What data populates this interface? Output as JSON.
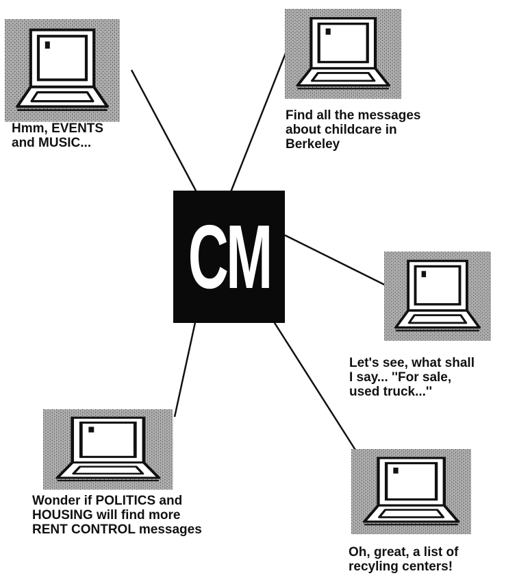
{
  "hub": {
    "label": "CM"
  },
  "terminals": [
    {
      "id": "events-music",
      "caption": "Hmm, EVENTS\nand MUSIC..."
    },
    {
      "id": "childcare",
      "caption": "Find all the messages\nabout childcare in\nBerkeley"
    },
    {
      "id": "for-sale",
      "caption": "Let's see, what shall\nI say... ''For sale,\nused truck...''"
    },
    {
      "id": "politics-housing",
      "caption": "Wonder if POLITICS and\nHOUSING will find more\nRENT CONTROL messages"
    },
    {
      "id": "recycling",
      "caption": "Oh, great, a list of\nrecyling centers!"
    }
  ],
  "colors": {
    "ink": "#111111",
    "hub_bg": "#0a0a0a",
    "hub_text": "#ffffff",
    "screen_bg": "#8c8c8c"
  },
  "icons": {
    "terminal": "computer-terminal-icon"
  }
}
